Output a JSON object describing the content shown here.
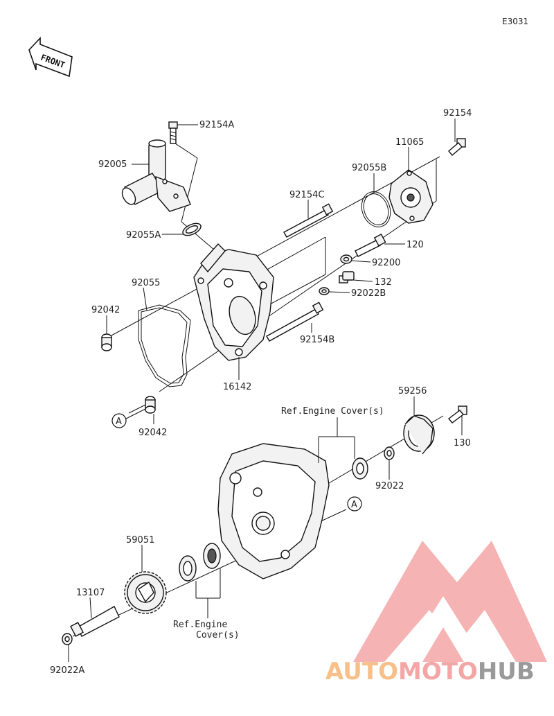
{
  "diagram_code": "E3031",
  "front_label": "FRONT",
  "ref_engine_cover_top": "Ref.Engine Cover(s)",
  "ref_engine_cover_bottom_1": "Ref.Engine",
  "ref_engine_cover_bottom_2": "Cover(s)",
  "marker_a": "A",
  "parts": {
    "p92154A": "92154A",
    "p92005": "92005",
    "p92055A": "92055A",
    "p92154": "92154",
    "p11065": "11065",
    "p92055B": "92055B",
    "p92154C": "92154C",
    "p120": "120",
    "p92200": "92200",
    "p132": "132",
    "p92022B": "92022B",
    "p92055": "92055",
    "p92042_top": "92042",
    "p92154B": "92154B",
    "p16142": "16142",
    "p92042_bottom": "92042",
    "p59256": "59256",
    "p130": "130",
    "p92022": "92022",
    "p59051": "59051",
    "p13107": "13107",
    "p92022A": "92022A"
  },
  "watermark": {
    "part1": "AUTO",
    "part2": "MOTO",
    "part3": "HUB",
    "color_primary": "#f4a6a6",
    "color_accent": "#f7c08a",
    "color_gray": "#9a9a9a"
  }
}
